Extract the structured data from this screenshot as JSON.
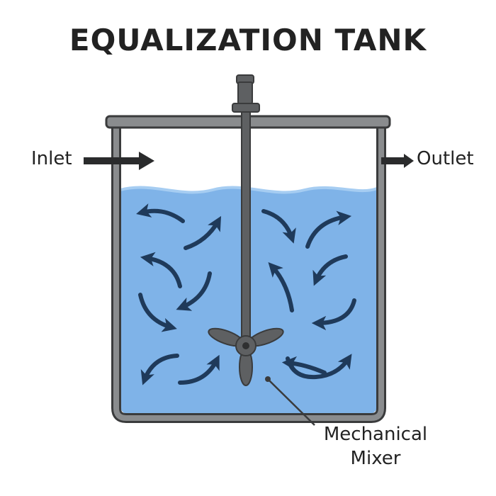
{
  "title": "EQUALIZATION TANK",
  "labels": {
    "inlet": "Inlet",
    "outlet": "Outlet",
    "mixer_line1": "Mechanical",
    "mixer_line2": "Mixer"
  },
  "colors": {
    "water": "#7fb3e8",
    "wave_highlight": "#a6cdf2",
    "tank_wall": "#6e7072",
    "tank_outline": "#3a3b3c",
    "mixer": "#5e6062",
    "arrow": "#1f3a5a",
    "pipe_arrow": "#2a2b2c",
    "text": "#222222"
  },
  "icons": {
    "flow": "curved-arrow-icon",
    "inlet": "arrow-right-icon",
    "outlet": "arrow-right-icon",
    "mixer": "propeller-icon"
  }
}
